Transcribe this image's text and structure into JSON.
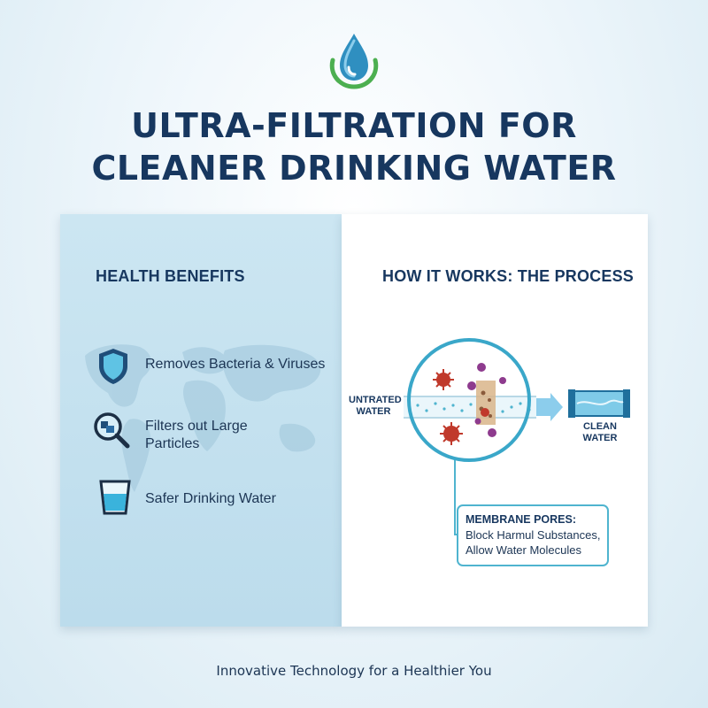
{
  "header": {
    "logo_icon": "water-drop-icon",
    "title_line1": "ULTRA-FILTRATION FOR",
    "title_line2": "CLEANER DRINKING WATER"
  },
  "left_panel": {
    "heading": "HEALTH BENEFITS",
    "benefits": [
      {
        "icon": "shield-icon",
        "line1": "Removes Bacteria & Viruses",
        "line2": ""
      },
      {
        "icon": "magnifier-icon",
        "line1": "Filters out Large",
        "line2": "Particles"
      },
      {
        "icon": "water-glass-icon",
        "line1": "Safer Drinking Water",
        "line2": ""
      }
    ]
  },
  "right_panel": {
    "heading": "HOW IT WORKS: THE PROCESS",
    "input_label_line1": "UNTRATED",
    "input_label_line2": "WATER",
    "output_label_line1": "CLEAN",
    "output_label_line2": "WATER",
    "callout": {
      "heading": "MEMBRANE PORES:",
      "line1": "Block Harmul Substances,",
      "line2": "Allow Water Molecules"
    }
  },
  "footer": {
    "tagline": "Innovative Technology for a Healthier You"
  },
  "colors": {
    "title": "#17375f",
    "accent_blue": "#2f8fc0",
    "accent_green": "#4caf50",
    "panel_left": "#c6e2ef",
    "bacteria": "#c0392b",
    "virus": "#8e3b8e",
    "callout_border": "#4fb4cf"
  }
}
